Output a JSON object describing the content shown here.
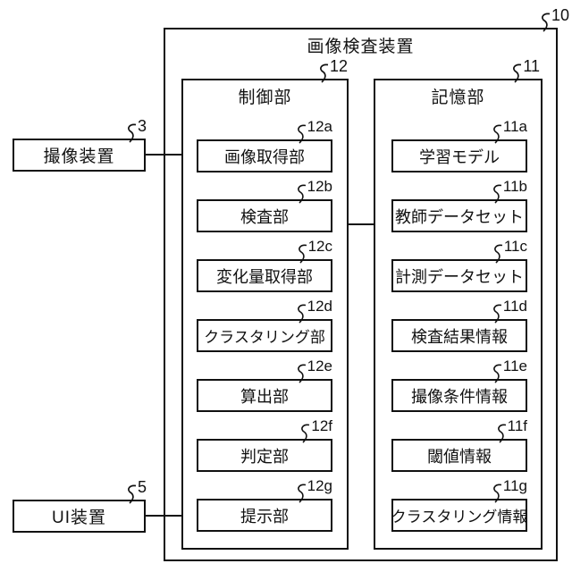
{
  "figure": {
    "device": {
      "label": "画像検査装置",
      "ref": "10"
    },
    "control_unit": {
      "label": "制御部",
      "ref": "12",
      "blocks": [
        {
          "label": "画像取得部",
          "ref": "12a"
        },
        {
          "label": "検査部",
          "ref": "12b"
        },
        {
          "label": "変化量取得部",
          "ref": "12c"
        },
        {
          "label": "クラスタリング部",
          "ref": "12d"
        },
        {
          "label": "算出部",
          "ref": "12e"
        },
        {
          "label": "判定部",
          "ref": "12f"
        },
        {
          "label": "提示部",
          "ref": "12g"
        }
      ]
    },
    "storage_unit": {
      "label": "記憶部",
      "ref": "11",
      "blocks": [
        {
          "label": "学習モデル",
          "ref": "11a"
        },
        {
          "label": "教師データセット",
          "ref": "11b"
        },
        {
          "label": "計測データセット",
          "ref": "11c"
        },
        {
          "label": "検査結果情報",
          "ref": "11d"
        },
        {
          "label": "撮像条件情報",
          "ref": "11e"
        },
        {
          "label": "閾値情報",
          "ref": "11f"
        },
        {
          "label": "クラスタリング情報",
          "ref": "11g"
        }
      ]
    },
    "external_devices": [
      {
        "label": "撮像装置",
        "ref": "3"
      },
      {
        "label": "UI装置",
        "ref": "5"
      }
    ],
    "colors": {
      "line": "#111111",
      "background": "#ffffff"
    }
  }
}
